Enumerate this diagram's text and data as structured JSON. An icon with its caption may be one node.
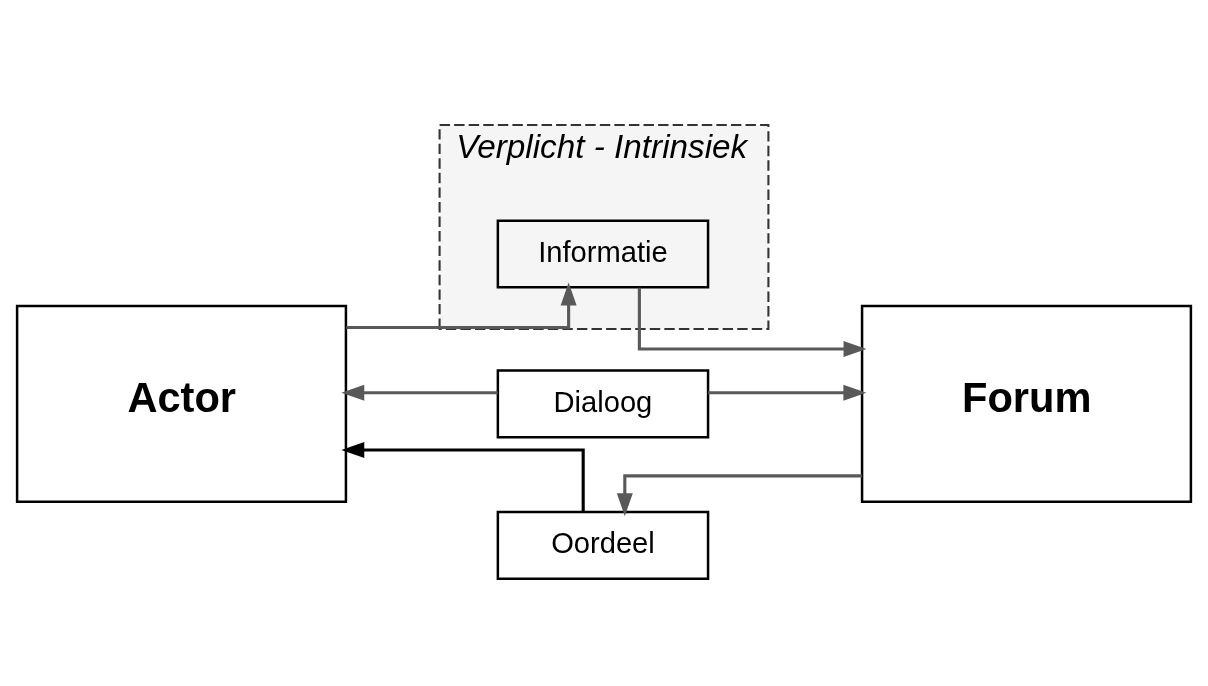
{
  "diagram": {
    "nodes": [
      {
        "text": [
          "Verplicht - Intrinsiek"
        ]
      },
      {
        "text": [
          "Informatie"
        ],
        "in": 0
      },
      {
        "text": [
          "Actor"
        ]
      },
      {
        "text": [
          "Dialoog"
        ]
      },
      {
        "text": [
          "Forum"
        ]
      },
      {
        "text": [
          "Oordeel"
        ]
      }
    ],
    "edges": [
      {
        "from": 2,
        "to": 1,
        "arrow": "to"
      },
      {
        "from": 1,
        "to": 4,
        "arrow": "to"
      },
      {
        "from": 3,
        "to": 2,
        "arrow": "to"
      },
      {
        "from": 3,
        "to": 4,
        "arrow": "to"
      },
      {
        "from": 4,
        "to": 5,
        "arrow": "to"
      },
      {
        "from": 5,
        "to": 2,
        "arrow": "to",
        "color": "#000000"
      }
    ]
  }
}
